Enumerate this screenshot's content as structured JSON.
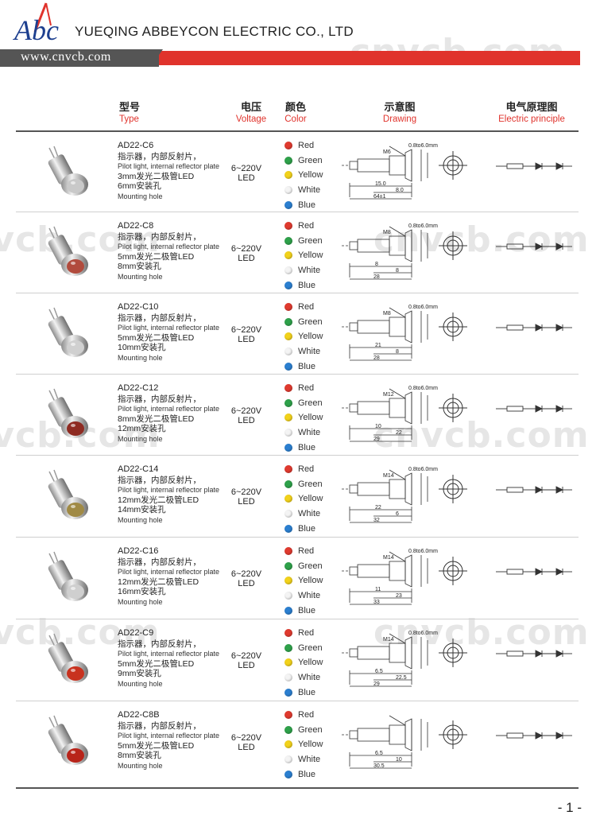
{
  "header": {
    "company": "YUEQING ABBEYCON ELECTRIC CO., LTD",
    "url": "www.cnvcb.com",
    "logo_text": "Abc"
  },
  "watermark": "cnvcb.com",
  "columns": {
    "type_zh": "型号",
    "type_en": "Type",
    "voltage_zh": "电压",
    "voltage_en": "Voltage",
    "color_zh": "颜色",
    "color_en": "Color",
    "drawing_zh": "示意图",
    "drawing_en": "Drawing",
    "principle_zh": "电气原理图",
    "principle_en": "Electric principle"
  },
  "color_list": [
    {
      "name": "Red",
      "hex": "#e03a2f"
    },
    {
      "name": "Green",
      "hex": "#2ea14a"
    },
    {
      "name": "Yellow",
      "hex": "#f2d21b"
    },
    {
      "name": "White",
      "hex": "#f4f4f4"
    },
    {
      "name": "Blue",
      "hex": "#2b7fd0"
    }
  ],
  "products": [
    {
      "model": "AD22-C6",
      "desc_zh": "指示器，内部反射片，",
      "desc_en": "Pilot light, internal reflector plate",
      "led_zh": "3mm发光二极管LED",
      "hole_zh": "6mm安装孔",
      "hole_en": "Mounting hole",
      "voltage": "6~220V",
      "voltage2": "LED",
      "thread": "M6",
      "pins": "0.8to6.0mm",
      "dims": [
        "15.0",
        "8.0",
        "64±1"
      ],
      "lens_color": "#c9c9c9"
    },
    {
      "model": "AD22-C8",
      "desc_zh": "指示器，内部反射片，",
      "desc_en": "Pilot light, internal reflector plate",
      "led_zh": "5mm发光二极管LED",
      "hole_zh": "8mm安装孔",
      "hole_en": "Mounting hole",
      "voltage": "6~220V",
      "voltage2": "LED",
      "thread": "M8",
      "pins": "0.8to6.0mm",
      "dims": [
        "8",
        "8",
        "28"
      ],
      "lens_color": "#b14b3d"
    },
    {
      "model": "AD22-C10",
      "desc_zh": "指示器，内部反射片，",
      "desc_en": "Pilot light, internal reflector plate",
      "led_zh": "5mm发光二极管LED",
      "hole_zh": "10mm安装孔",
      "hole_en": "Mounting hole",
      "voltage": "6~220V",
      "voltage2": "LED",
      "thread": "M8",
      "pins": "0.8to6.0mm",
      "dims": [
        "21",
        "8",
        "28"
      ],
      "lens_color": "#d0d0d0"
    },
    {
      "model": "AD22-C12",
      "desc_zh": "指示器，内部反射片，",
      "desc_en": "Pilot light, internal reflector plate",
      "led_zh": "8mm发光二极管LED",
      "hole_zh": "12mm安装孔",
      "hole_en": "Mounting hole",
      "voltage": "6~220V",
      "voltage2": "LED",
      "thread": "M12",
      "pins": "0.8to6.0mm",
      "dims": [
        "10",
        "22",
        "29"
      ],
      "lens_color": "#8e2b22"
    },
    {
      "model": "AD22-C14",
      "desc_zh": "指示器，内部反射片，",
      "desc_en": "Pilot light, internal reflector plate",
      "led_zh": "12mm发光二极管LED",
      "hole_zh": "14mm安装孔",
      "hole_en": "Mounting hole",
      "voltage": "6~220V",
      "voltage2": "LED",
      "thread": "M14",
      "pins": "0.8to6.0mm",
      "dims": [
        "22",
        "6",
        "32"
      ],
      "lens_color": "#a08a45"
    },
    {
      "model": "AD22-C16",
      "desc_zh": "指示器，内部反射片，",
      "desc_en": "Pilot light, internal reflector plate",
      "led_zh": "12mm发光二极管LED",
      "hole_zh": "16mm安装孔",
      "hole_en": "Mounting hole",
      "voltage": "6~220V",
      "voltage2": "LED",
      "thread": "M14",
      "pins": "0.8to6.0mm",
      "dims": [
        "11",
        "23",
        "33"
      ],
      "lens_color": "#cfcfcf"
    },
    {
      "model": "AD22-C9",
      "desc_zh": "指示器，内部反射片，",
      "desc_en": "Pilot light, internal reflector plate",
      "led_zh": "5mm发光二极管LED",
      "hole_zh": "9mm安装孔",
      "hole_en": "Mounting hole",
      "voltage": "6~220V",
      "voltage2": "LED",
      "thread": "M14",
      "pins": "0.8to6.0mm",
      "dims": [
        "6.5",
        "22.5",
        "29"
      ],
      "lens_color": "#c8321f"
    },
    {
      "model": "AD22-C8B",
      "desc_zh": "指示器，内部反射片，",
      "desc_en": "Pilot light, internal reflector plate",
      "led_zh": "5mm发光二极管LED",
      "hole_zh": "8mm安装孔",
      "hole_en": "Mounting hole",
      "voltage": "6~220V",
      "voltage2": "LED",
      "thread": "",
      "pins": "",
      "dims": [
        "6.5",
        "10",
        "30.5"
      ],
      "lens_color": "#b8241a"
    }
  ],
  "page_number": "- 1 -"
}
